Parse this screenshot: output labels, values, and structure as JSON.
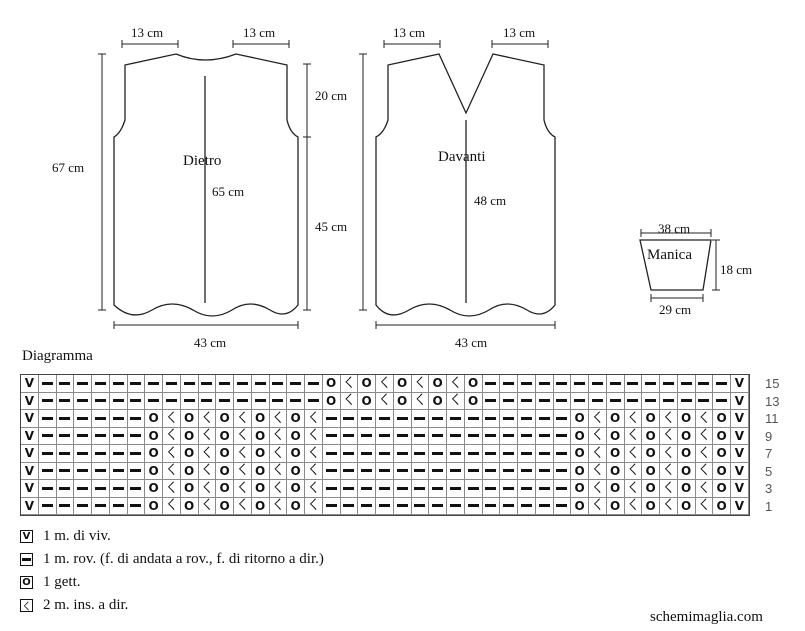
{
  "pieces": {
    "back_label": "Dietro",
    "front_label": "Davanti",
    "sleeve_label": "Manica"
  },
  "dims": {
    "back_shoulder_left": "13 cm",
    "back_shoulder_right": "13 cm",
    "front_shoulder_left": "13 cm",
    "front_shoulder_right": "13 cm",
    "total_height": "67 cm",
    "back_inner_height": "65 cm",
    "armhole_height": "20 cm",
    "body_height": "45 cm",
    "front_inner_height": "48 cm",
    "back_width": "43 cm",
    "front_width": "43 cm",
    "sleeve_top": "38 cm",
    "sleeve_side": "18 cm",
    "sleeve_bottom": "29 cm"
  },
  "diagram": {
    "title": "Diagramma",
    "row_numbers": [
      "15",
      "13",
      "11",
      "9",
      "7",
      "5",
      "3",
      "1"
    ],
    "symbols": {
      "V": "V",
      "O": "O",
      "K": "ㄑ"
    },
    "rows": [
      "V----------------OKOKOKOKO----------------V",
      "V----------------OKOKOKOKO----------------V",
      "V------OKOKOKOKOK--------------OKOKOKOKOK---V",
      "V------OKOKOKOKOK--------------OKOKOKOKOK---V",
      "V------OKOKOKOKOK--------------OKOKOKOKOK---V",
      "V------OKOKOKOKOK--------------OKOKOKOKOK---V",
      "V------OKOKOKOKOK--------------OKOKOKOKOK---V",
      "V------OKOKOKOKOK--------------OKOKOKOKOK---V"
    ]
  },
  "legend": [
    {
      "symbol": "V",
      "text": "1 m. di viv."
    },
    {
      "symbol": "-",
      "text": "1 m. rov. (f. di andata a rov., f. di ritorno a dir.)"
    },
    {
      "symbol": "O",
      "text": "1 gett."
    },
    {
      "symbol": "K",
      "text": "2 m. ins. a dir."
    }
  ],
  "watermark": "schemimaglia.com"
}
